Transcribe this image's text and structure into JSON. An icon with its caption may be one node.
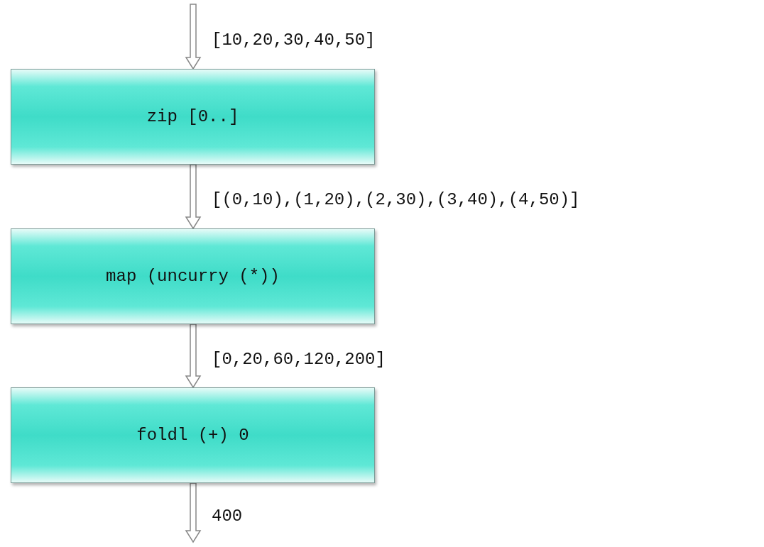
{
  "diagram": {
    "nodes": [
      {
        "text": [
          "zip [0..]"
        ]
      },
      {
        "text": [
          "map (uncurry (*))"
        ]
      },
      {
        "text": [
          "foldl (+) 0"
        ]
      }
    ],
    "edges": [
      {
        "from": null,
        "to": 0,
        "arrow": "to",
        "label": "[10,20,30,40,50]"
      },
      {
        "from": 0,
        "to": 1,
        "arrow": "to",
        "label": "[(0,10),(1,20),(2,30),(3,40),(4,50)]"
      },
      {
        "from": 1,
        "to": 2,
        "arrow": "to",
        "label": "[0,20,60,120,200]"
      },
      {
        "from": 2,
        "to": null,
        "arrow": "to",
        "label": "400"
      }
    ]
  }
}
